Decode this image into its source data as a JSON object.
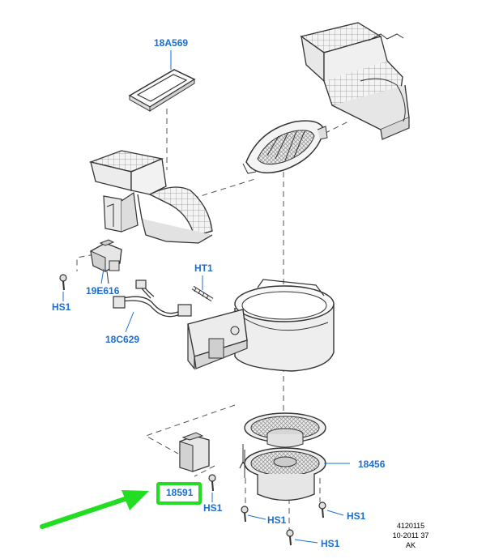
{
  "colors": {
    "callout": "#1b6fd1",
    "line": "#333333",
    "fill": "#f2f2f2",
    "grid": "#bdbdbd",
    "highlight": "#22dd22",
    "arrow": "#22dd22"
  },
  "labels": {
    "gasket": "18A569",
    "switch": "19E616",
    "harness": "18C629",
    "stud": "HT1",
    "resistor": "18591",
    "motor": "18456",
    "screw": "HS1"
  },
  "footer": {
    "ref_number": "4120115",
    "date_code": "10-2011 37",
    "revision": "AK"
  },
  "highlight": {
    "target": "18591",
    "icon": "arrow-right-icon"
  }
}
